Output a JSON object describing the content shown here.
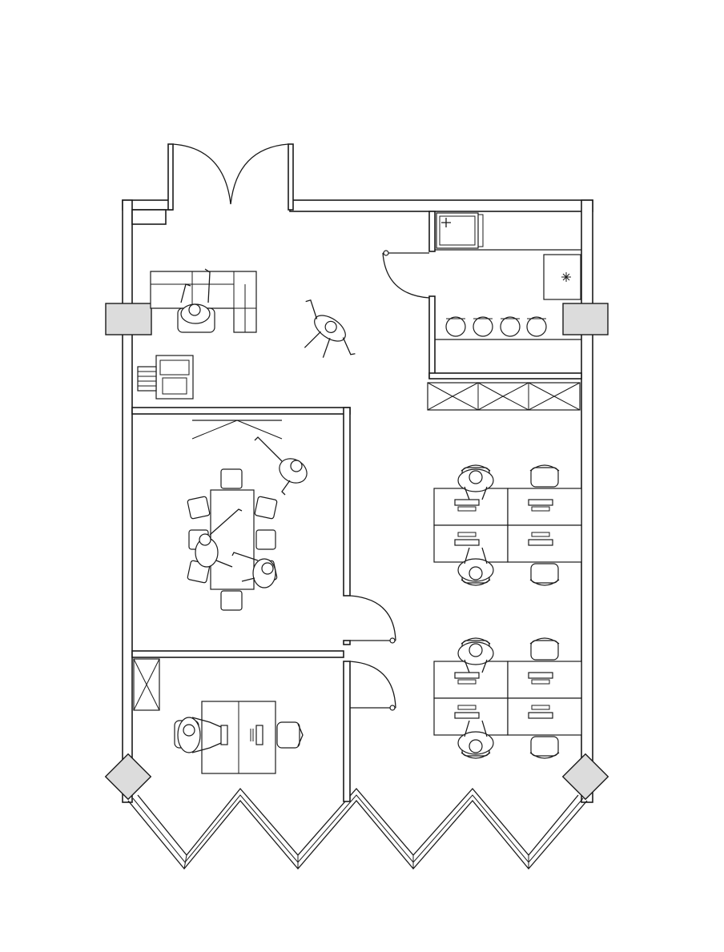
{
  "diagram": {
    "type": "office-floor-plan",
    "colors": {
      "line": "#1a1a1a",
      "column": "#dcdcdc",
      "background": "#ffffff"
    },
    "rooms": [
      "entrance-lobby",
      "kitchenette",
      "meeting-room",
      "private-office",
      "open-workstations"
    ],
    "furniture_icons": [
      "sofa-icon",
      "copier-icon",
      "fridge-icon",
      "stove-icon",
      "stool-icon",
      "conference-table-icon",
      "desk-icon",
      "chair-icon",
      "person-icon"
    ],
    "counts": {
      "bar_stools": 4,
      "conference_chairs": 8,
      "workstation_desks": 8,
      "structural_columns": 4
    }
  }
}
